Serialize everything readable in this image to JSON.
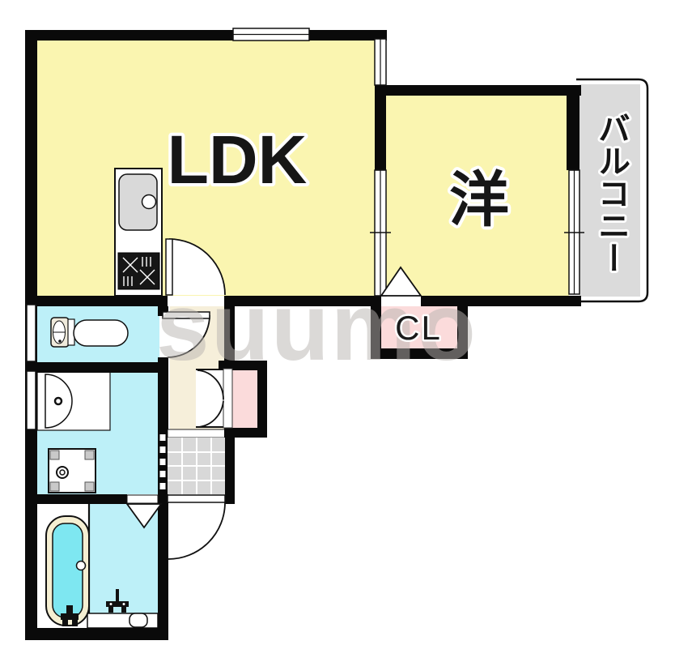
{
  "floorplan": {
    "watermark": "suumo",
    "labels": {
      "ldk": "LDK",
      "western_room": "洋",
      "closet": "CL",
      "balcony": "バルコニー"
    },
    "colors": {
      "room_yellow": "#FAF5B0",
      "wet_cyan": "#BDF0F8",
      "hallway_cream": "#F6EFDA",
      "closet_pink": "#FBDBDB",
      "balcony_gray": "#DBDBDB",
      "tile_gray": "#D8D8D8",
      "wall_black": "#0A0A0A",
      "tub_water": "#7EE7F1",
      "tub_rim": "#F5EFD2",
      "sink_gray": "#D9D9D9",
      "watermark_gray": "#B9B4B1"
    }
  }
}
